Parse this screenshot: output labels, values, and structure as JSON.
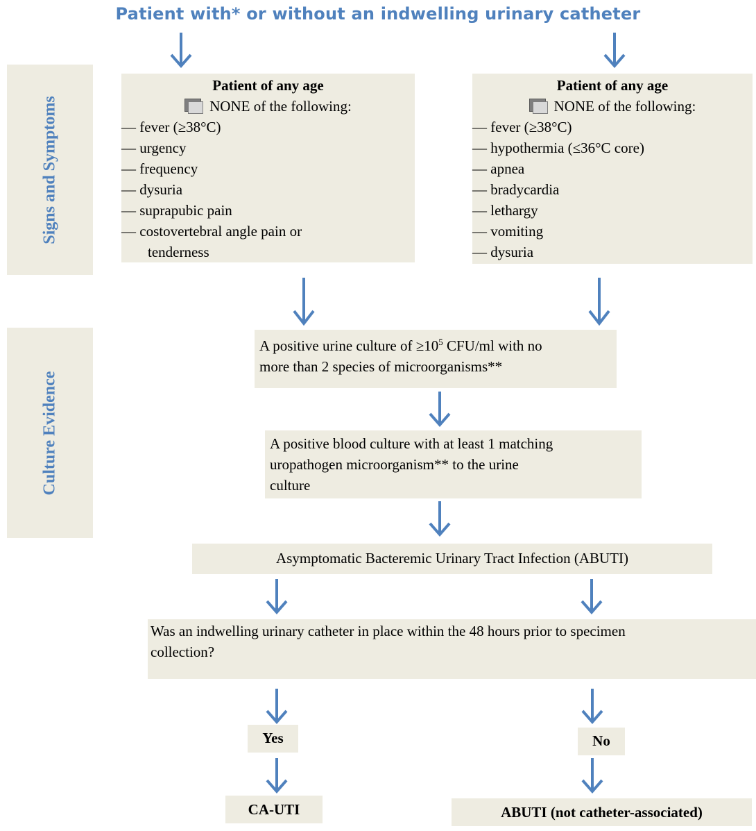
{
  "header": "Patient with* or without an indwelling urinary catheter",
  "side_labels": {
    "signs": "Signs and Symptoms",
    "culture": "Culture Evidence"
  },
  "left_box": {
    "title": "Patient of any age",
    "none_text": "NONE of the following:",
    "items": [
      "— fever (≥38°C)",
      "— urgency",
      "— frequency",
      "— dysuria",
      "— suprapubic pain",
      "— costovertebral angle pain or",
      "tenderness"
    ]
  },
  "right_box": {
    "title": "Patient of any age",
    "none_text": "NONE of the following:",
    "items": [
      "— fever (≥38°C)",
      "— hypothermia (≤36°C core)",
      "— apnea",
      "— bradycardia",
      "— lethargy",
      "— vomiting",
      "— dysuria"
    ]
  },
  "urine_culture": {
    "line1_pre": "A positive urine culture of ≥10",
    "line1_sup": "5",
    "line1_post": " CFU/ml with no",
    "line2": "more than 2 species of microorganisms**"
  },
  "blood_culture": {
    "line1": "A positive blood culture with at least 1 matching",
    "line2": "uropathogen microorganism** to the urine",
    "line3": "culture"
  },
  "abuti_box": "Asymptomatic Bacteremic Urinary Tract Infection (ABUTI)",
  "question": {
    "line1": "Was an indwelling urinary catheter in place within the 48 hours prior to specimen",
    "line2": "collection?"
  },
  "yes_label": "Yes",
  "no_label": "No",
  "ca_uti": "CA-UTI",
  "abuti_not": "ABUTI (not catheter-associated)",
  "colors": {
    "accent": "#4f81bd",
    "box_fill": "#eeece1",
    "arrow": "#4f81bd"
  }
}
